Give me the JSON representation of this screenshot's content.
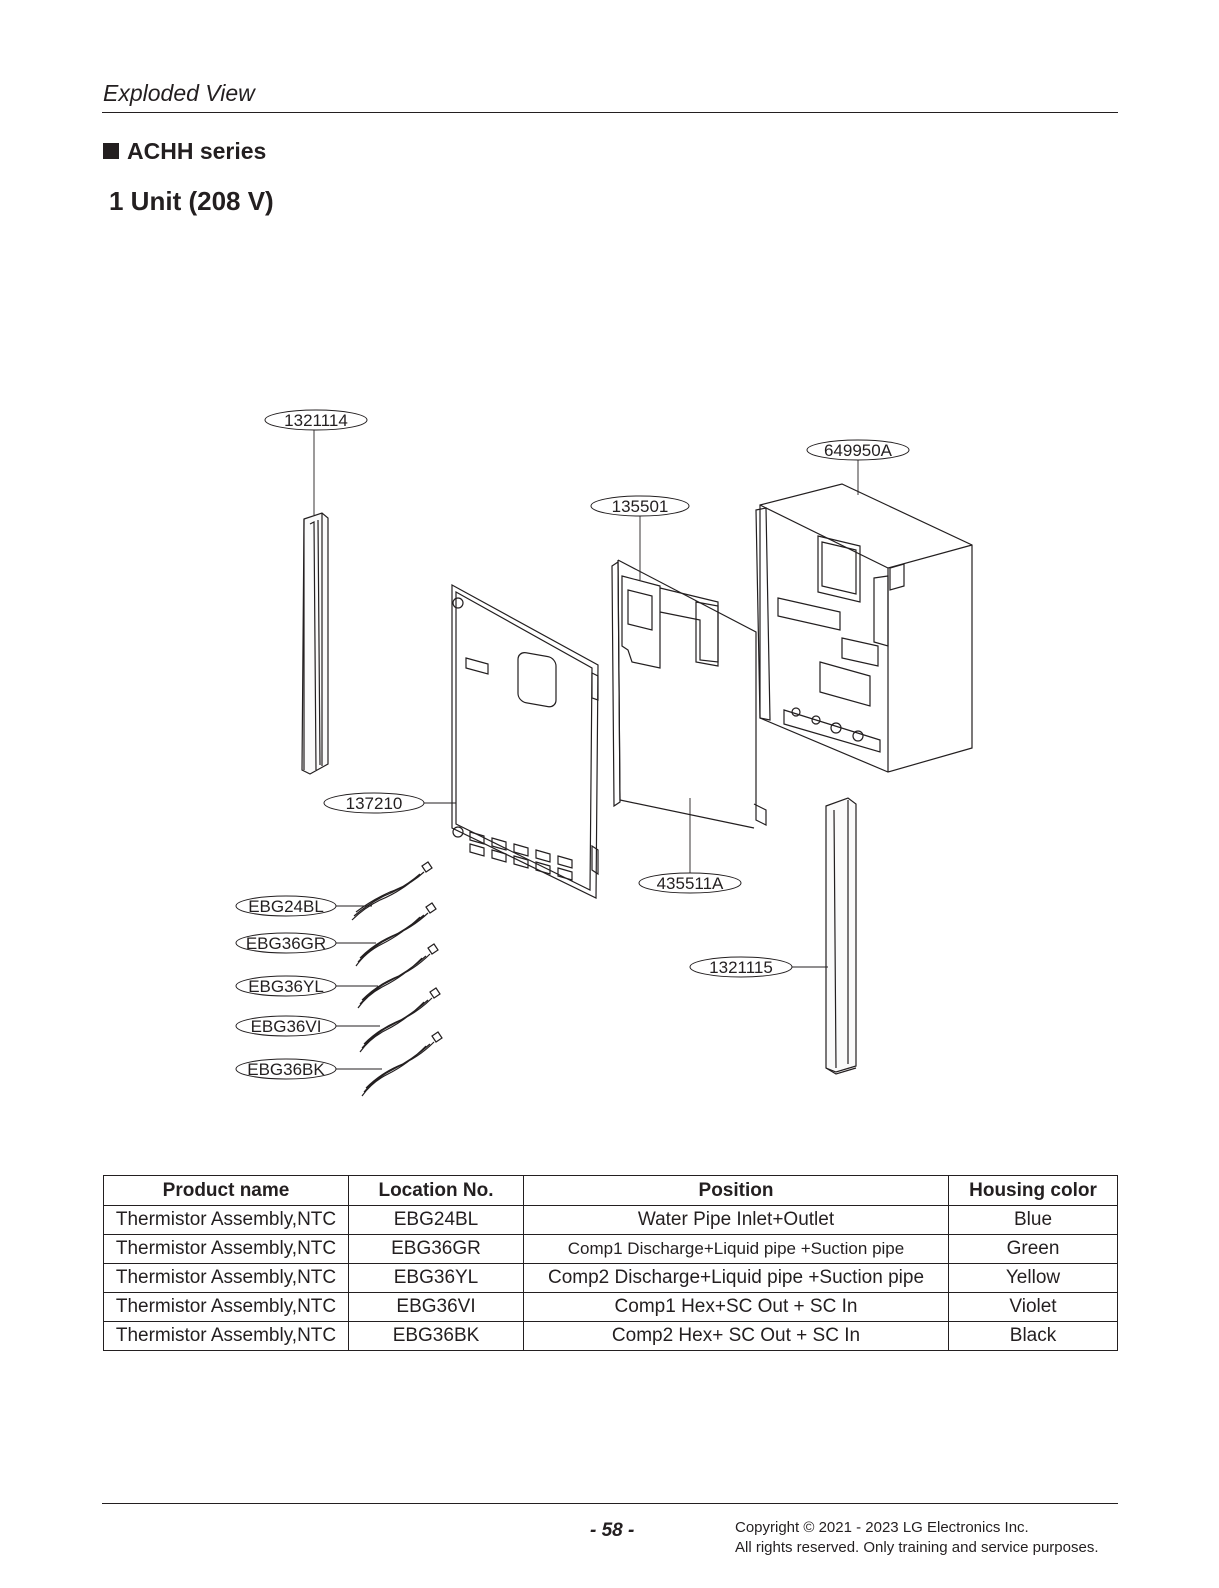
{
  "header": {
    "section_title": "Exploded View",
    "series": "ACHH series",
    "unit": "1 Unit (208 V)"
  },
  "diagram": {
    "callouts": {
      "c1321114": "1321114",
      "c649950A": "649950A",
      "c135501": "135501",
      "c137210": "137210",
      "c435511A": "435511A",
      "c1321115": "1321115",
      "cEBG24BL": "EBG24BL",
      "cEBG36GR": "EBG36GR",
      "cEBG36YL": "EBG36YL",
      "cEBG36VI": "EBG36VI",
      "cEBG36BK": "EBG36BK"
    }
  },
  "table": {
    "headers": [
      "Product name",
      "Location No.",
      "Position",
      "Housing color"
    ],
    "rows": [
      [
        "Thermistor Assembly,NTC",
        "EBG24BL",
        "Water Pipe Inlet+Outlet",
        "Blue"
      ],
      [
        "Thermistor Assembly,NTC",
        "EBG36GR",
        "Comp1 Discharge+Liquid pipe +Suction pipe",
        "Green"
      ],
      [
        "Thermistor Assembly,NTC",
        "EBG36YL",
        "Comp2 Discharge+Liquid pipe +Suction pipe",
        "Yellow"
      ],
      [
        "Thermistor Assembly,NTC",
        "EBG36VI",
        "Comp1 Hex+SC Out + SC In",
        "Violet"
      ],
      [
        "Thermistor Assembly,NTC",
        "EBG36BK",
        "Comp2 Hex+ SC Out + SC In",
        "Black"
      ]
    ]
  },
  "footer": {
    "page_number": "- 58 -",
    "copyright_line1": "Copyright © 2021 - 2023 LG Electronics Inc.",
    "copyright_line2": "All rights reserved. Only training and service purposes."
  }
}
